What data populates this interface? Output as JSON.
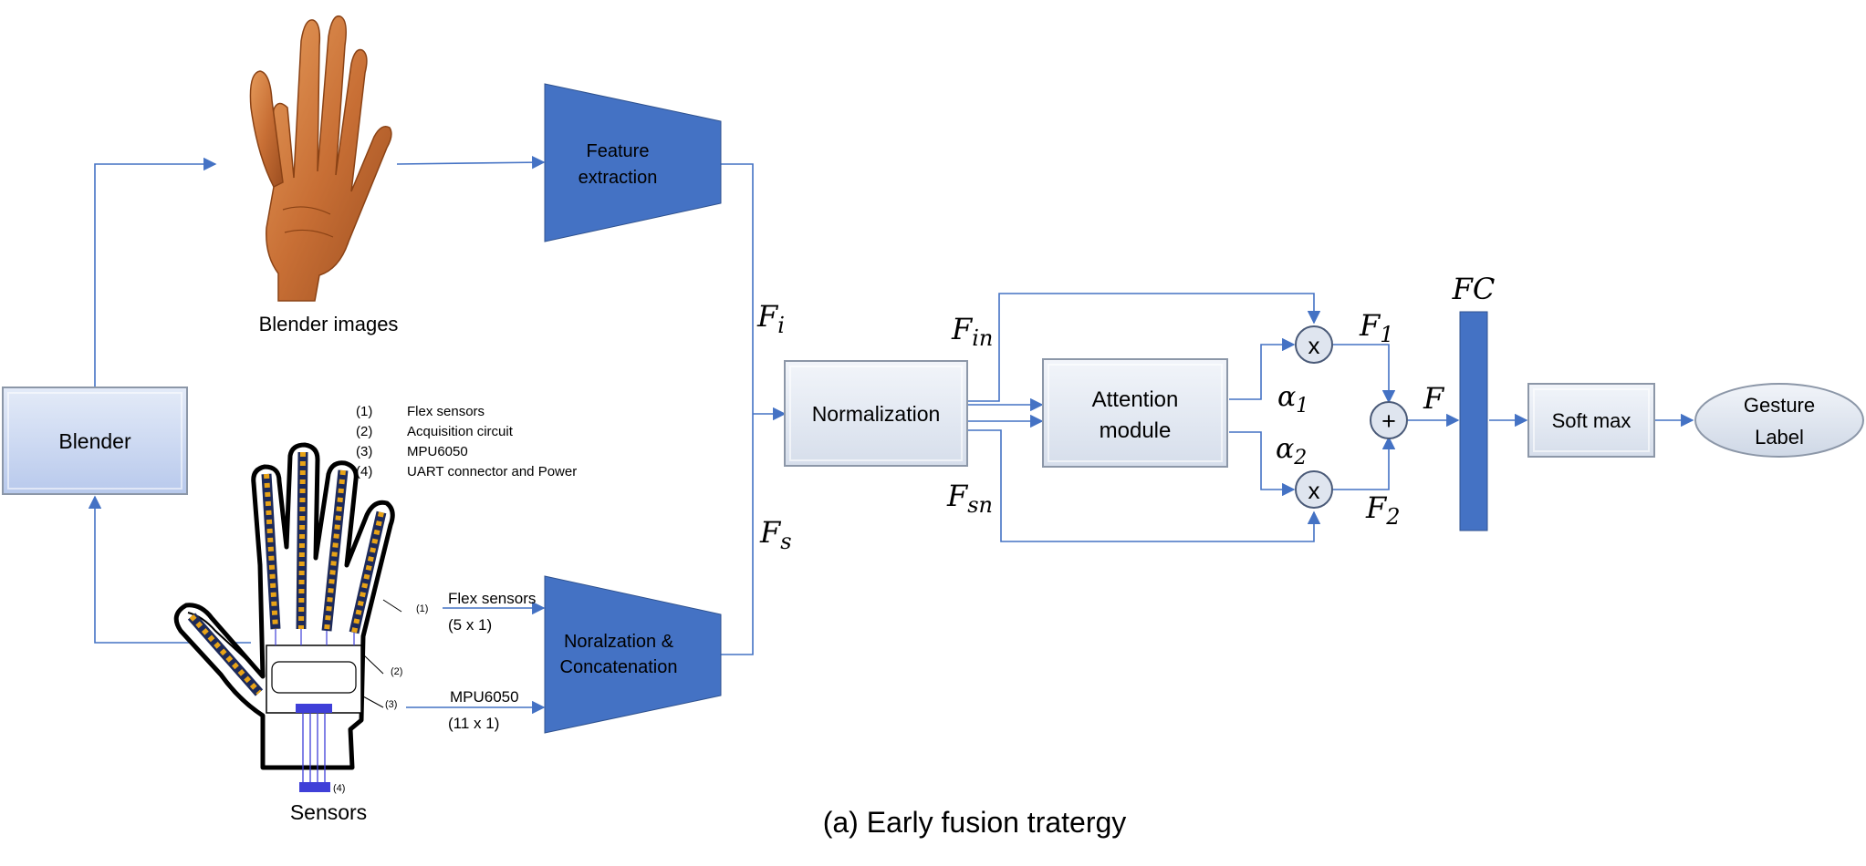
{
  "colors": {
    "trapezoid": "#4472c4",
    "connector": "#4472c4",
    "box_fill": "#e3e9f3",
    "blender_fill": "#c9d7f2",
    "fc_bar": "#4472c4",
    "glove_strip": "#e8a317",
    "glove_outline": "#000000",
    "connector_block": "#3f3fd8"
  },
  "icons": {
    "hand_image": "hand-photo-icon",
    "sensor_glove": "sensor-glove-icon"
  },
  "blocks": {
    "blender": "Blender",
    "feature_extraction_l1": "Feature",
    "feature_extraction_l2": "extraction",
    "norm_concat_l1": "Noralzation &",
    "norm_concat_l2": "Concatenation",
    "normalization": "Normalization",
    "attention_l1": "Attention",
    "attention_l2": "module",
    "softmax": "Soft max",
    "gesture_l1": "Gesture",
    "gesture_l2": "Label",
    "multiply_1": "x",
    "multiply_2": "x",
    "add": "+"
  },
  "captions": {
    "blender_images": "Blender images",
    "sensors": "Sensors",
    "figure": "(a) Early fusion tratergy"
  },
  "legend": [
    {
      "num": "(1)",
      "text": "Flex sensors"
    },
    {
      "num": "(2)",
      "text": "Acquisition circuit"
    },
    {
      "num": "(3)",
      "text": "MPU6050"
    },
    {
      "num": "(4)",
      "text": "UART connector and Power"
    }
  ],
  "glove_callouts": {
    "c1": "(1)",
    "c2": "(2)",
    "c3": "(3)",
    "c4": "(4)"
  },
  "inputs": {
    "flex_label": "Flex sensors",
    "flex_dim": "(5 x 1)",
    "mpu_label": "MPU6050",
    "mpu_dim": "(11 x 1)"
  },
  "math": {
    "Fi_main": "F",
    "Fi_sub": "i",
    "Fs_main": "F",
    "Fs_sub": "s",
    "Fin_main": "F",
    "Fin_sub": "in",
    "Fsn_main": "F",
    "Fsn_sub": "sn",
    "a1_main": "α",
    "a1_sub": "1",
    "a2_main": "α",
    "a2_sub": "2",
    "F1_main": "F",
    "F1_sub": "1",
    "F2_main": "F",
    "F2_sub": "2",
    "F": "F",
    "FC": "FC"
  }
}
